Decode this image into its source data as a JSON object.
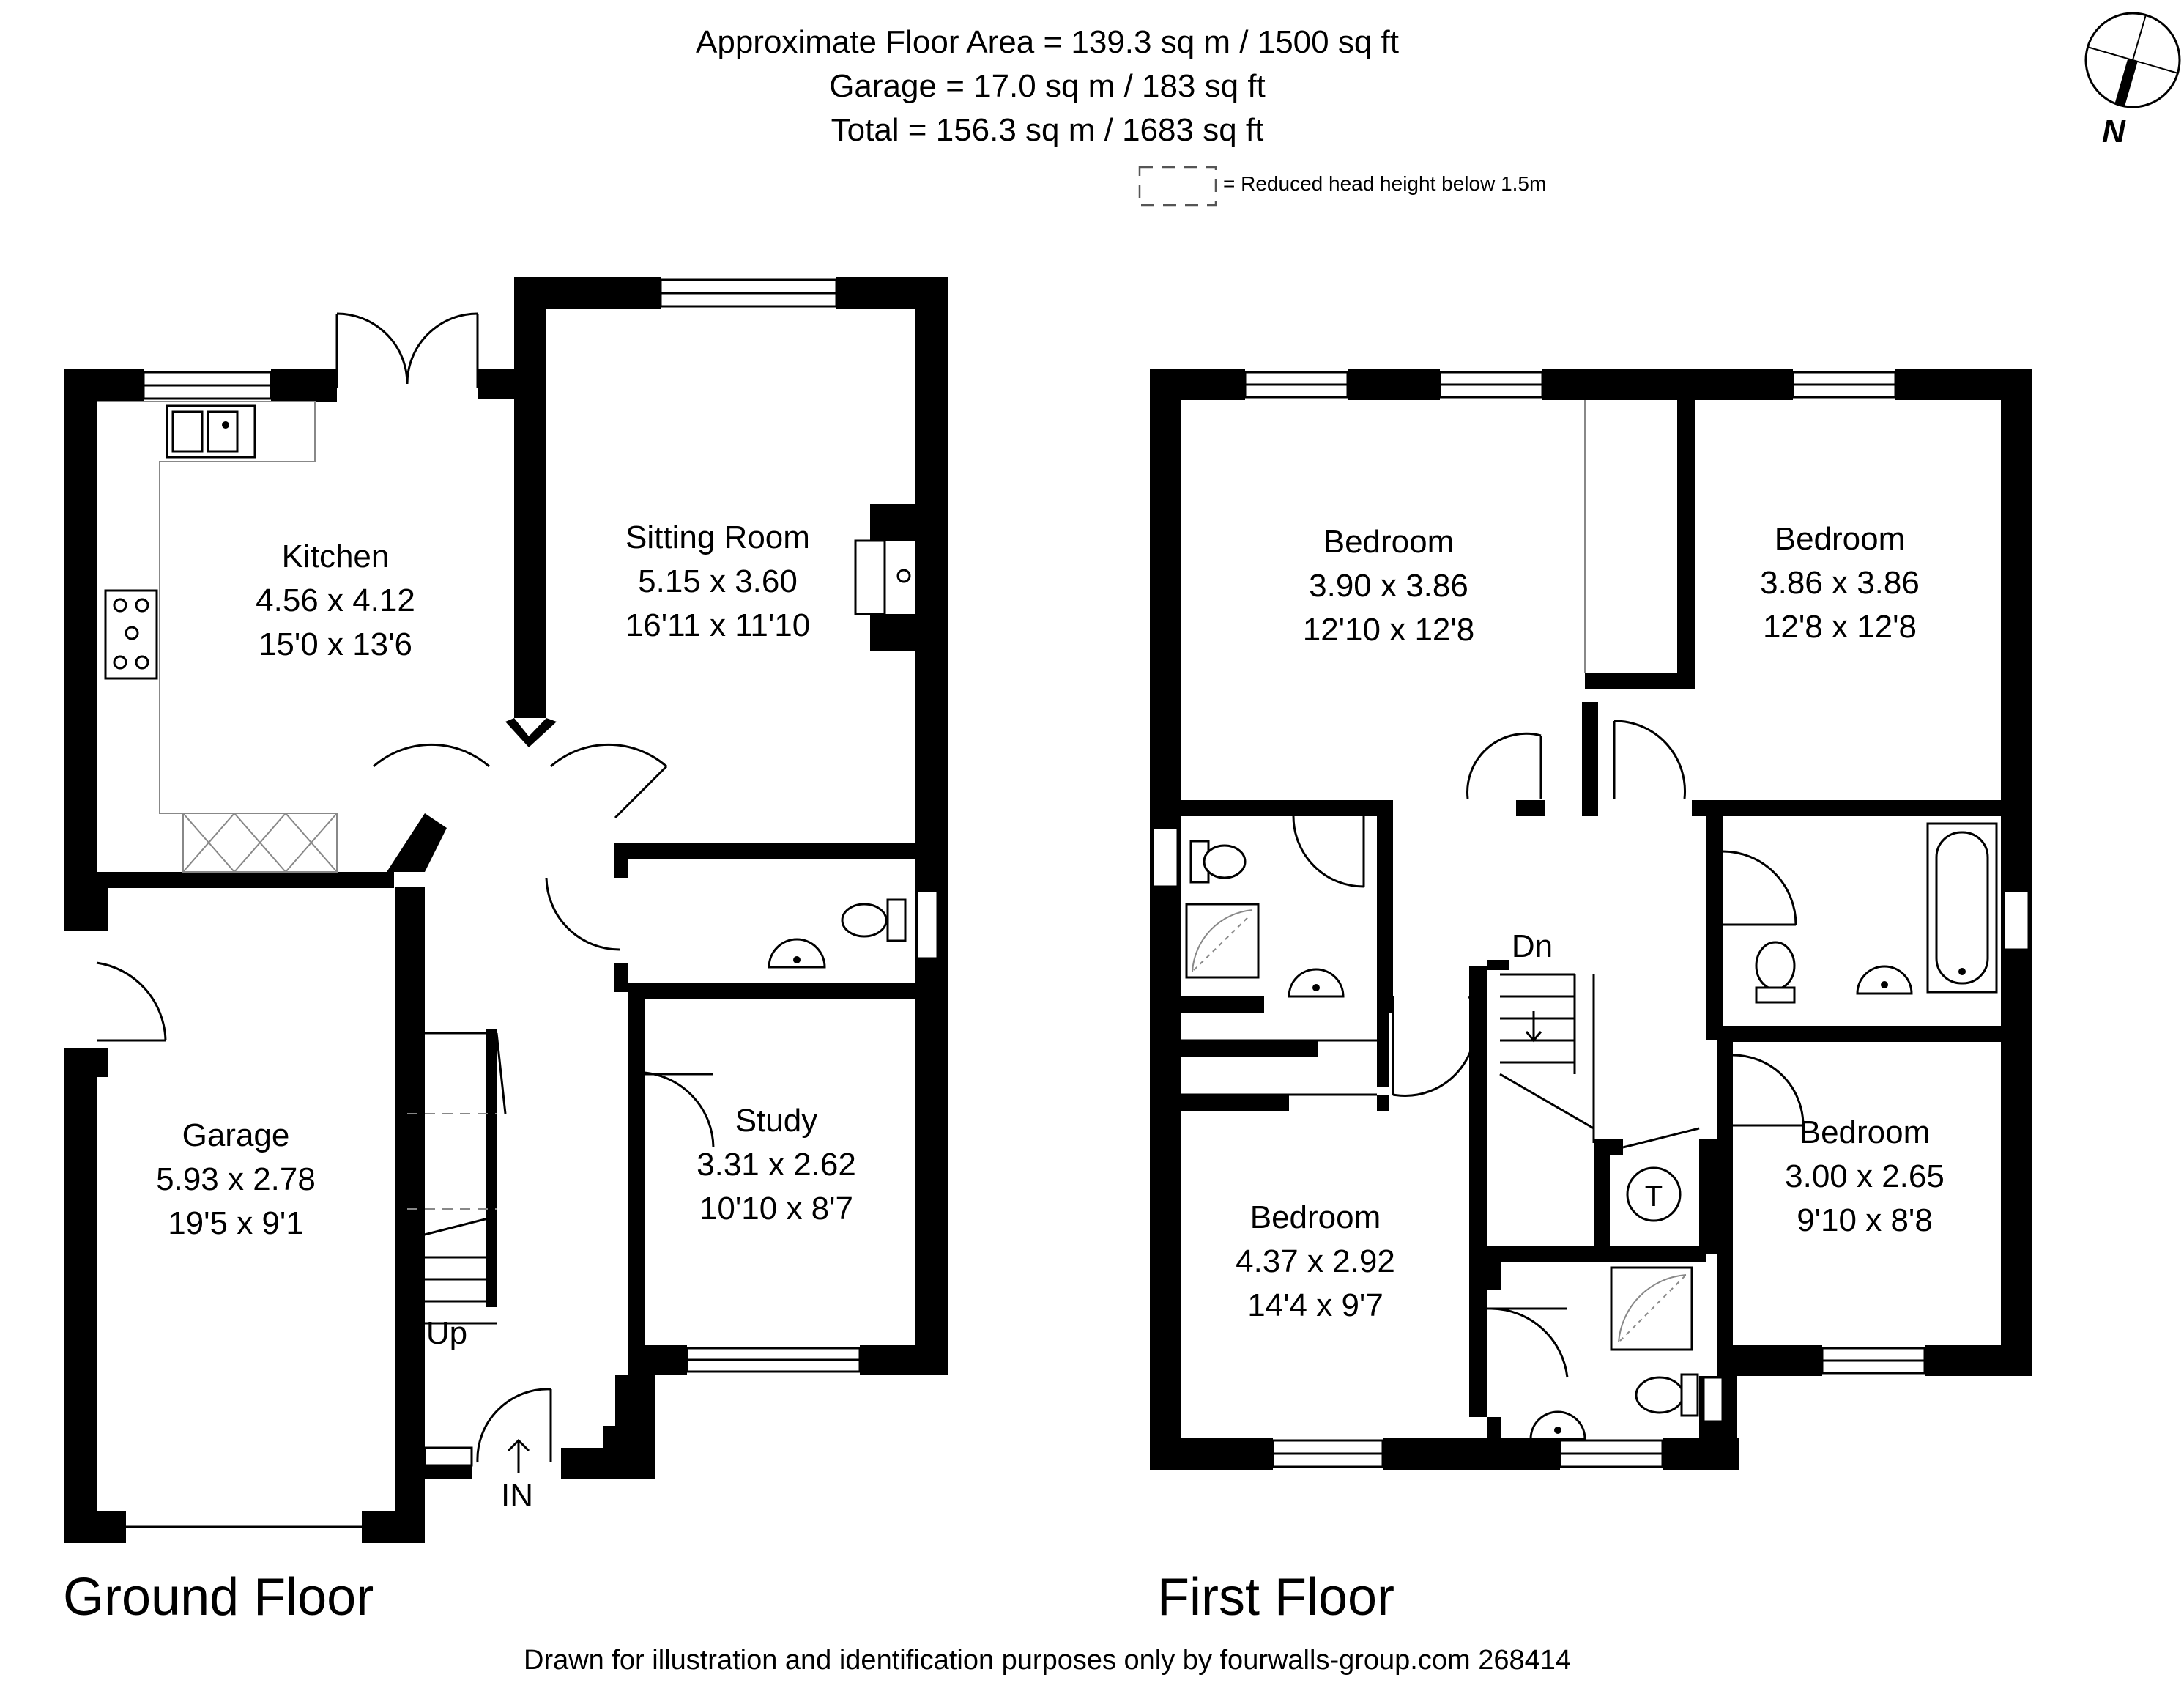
{
  "header": {
    "floor_area": "Approximate Floor Area = 139.3 sq m / 1500 sq ft",
    "garage_area": "Garage = 17.0 sq m / 183 sq ft",
    "total_area": "Total = 156.3 sq m / 1683 sq ft",
    "legend_reduced_height": "= Reduced head height below 1.5m"
  },
  "compass": {
    "label": "N"
  },
  "ground_floor": {
    "title": "Ground Floor",
    "rooms": [
      {
        "name": "Kitchen",
        "metric": "4.56 x 4.12",
        "imperial": "15'0 x 13'6"
      },
      {
        "name": "Sitting Room",
        "metric": "5.15 x 3.60",
        "imperial": "16'11 x 11'10"
      },
      {
        "name": "Garage",
        "metric": "5.93 x 2.78",
        "imperial": "19'5 x 9'1"
      },
      {
        "name": "Study",
        "metric": "3.31 x 2.62",
        "imperial": "10'10 x 8'7"
      }
    ],
    "labels": {
      "up": "Up",
      "entrance": "IN"
    }
  },
  "first_floor": {
    "title": "First Floor",
    "rooms": [
      {
        "name": "Bedroom",
        "metric": "3.90 x 3.86",
        "imperial": "12'10 x 12'8"
      },
      {
        "name": "Bedroom",
        "metric": "3.86 x 3.86",
        "imperial": "12'8 x 12'8"
      },
      {
        "name": "Bedroom",
        "metric": "4.37 x 2.92",
        "imperial": "14'4 x 9'7"
      },
      {
        "name": "Bedroom",
        "metric": "3.00 x 2.65",
        "imperial": "9'10 x 8'8"
      }
    ],
    "labels": {
      "down": "Dn",
      "tank": "T"
    }
  },
  "footer": {
    "disclaimer": "Drawn for illustration and identification purposes only by fourwalls-group.com 268414"
  }
}
